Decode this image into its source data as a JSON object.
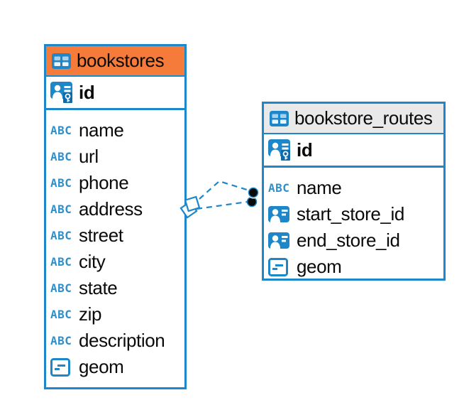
{
  "tables": [
    {
      "name": "bookstores",
      "header_color": "#F57B3B",
      "key_columns": [
        {
          "label": "id",
          "icon": "primary-key"
        }
      ],
      "columns": [
        {
          "label": "name",
          "icon": "text"
        },
        {
          "label": "url",
          "icon": "text"
        },
        {
          "label": "phone",
          "icon": "text"
        },
        {
          "label": "address",
          "icon": "text"
        },
        {
          "label": "street",
          "icon": "text"
        },
        {
          "label": "city",
          "icon": "text"
        },
        {
          "label": "state",
          "icon": "text"
        },
        {
          "label": "zip",
          "icon": "text"
        },
        {
          "label": "description",
          "icon": "text"
        },
        {
          "label": "geom",
          "icon": "geometry"
        }
      ]
    },
    {
      "name": "bookstore_routes",
      "header_color": "#E9E9E9",
      "key_columns": [
        {
          "label": "id",
          "icon": "primary-key"
        }
      ],
      "columns": [
        {
          "label": "name",
          "icon": "text"
        },
        {
          "label": "start_store_id",
          "icon": "foreign-key"
        },
        {
          "label": "end_store_id",
          "icon": "foreign-key"
        },
        {
          "label": "geom",
          "icon": "geometry"
        }
      ]
    }
  ],
  "icon_glyphs": {
    "text_type": "ABC"
  },
  "colors": {
    "accent_blue": "#1E87C9",
    "selected_header_orange": "#F57B3B",
    "header_gray": "#E9E9E9",
    "endpoint_black": "#0a0a0a"
  }
}
